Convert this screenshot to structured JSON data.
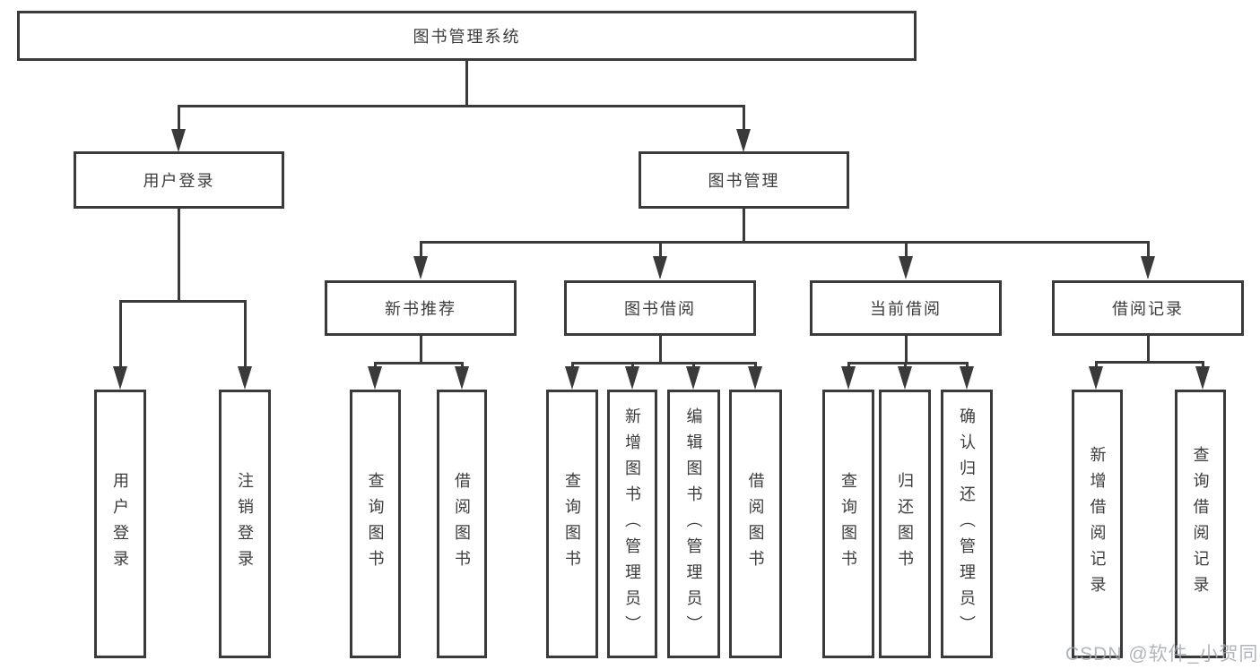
{
  "diagram": {
    "root": {
      "label": "图书管理系统"
    },
    "branches": [
      {
        "label": "用户登录",
        "children": [
          {
            "label": "用户登录"
          },
          {
            "label": "注销登录"
          }
        ]
      },
      {
        "label": "图书管理",
        "children": [
          {
            "label": "新书推荐",
            "children": [
              {
                "label": "查询图书"
              },
              {
                "label": "借阅图书"
              }
            ]
          },
          {
            "label": "图书借阅",
            "children": [
              {
                "label": "查询图书"
              },
              {
                "label": "新增图书（管理员）"
              },
              {
                "label": "编辑图书（管理员）"
              },
              {
                "label": "借阅图书"
              }
            ]
          },
          {
            "label": "当前借阅",
            "children": [
              {
                "label": "查询图书"
              },
              {
                "label": "归还图书"
              },
              {
                "label": "确认归还（管理员）"
              }
            ]
          },
          {
            "label": "借阅记录",
            "children": [
              {
                "label": "新增借阅记录"
              },
              {
                "label": "查询借阅记录"
              }
            ]
          }
        ]
      }
    ]
  },
  "watermark": {
    "text": "CSDN @软件_小贺同学"
  },
  "colors": {
    "line": "#3a3a3a",
    "text": "#3c3c3c",
    "watermark": "#a3a8ae",
    "background": "#ffffff"
  }
}
